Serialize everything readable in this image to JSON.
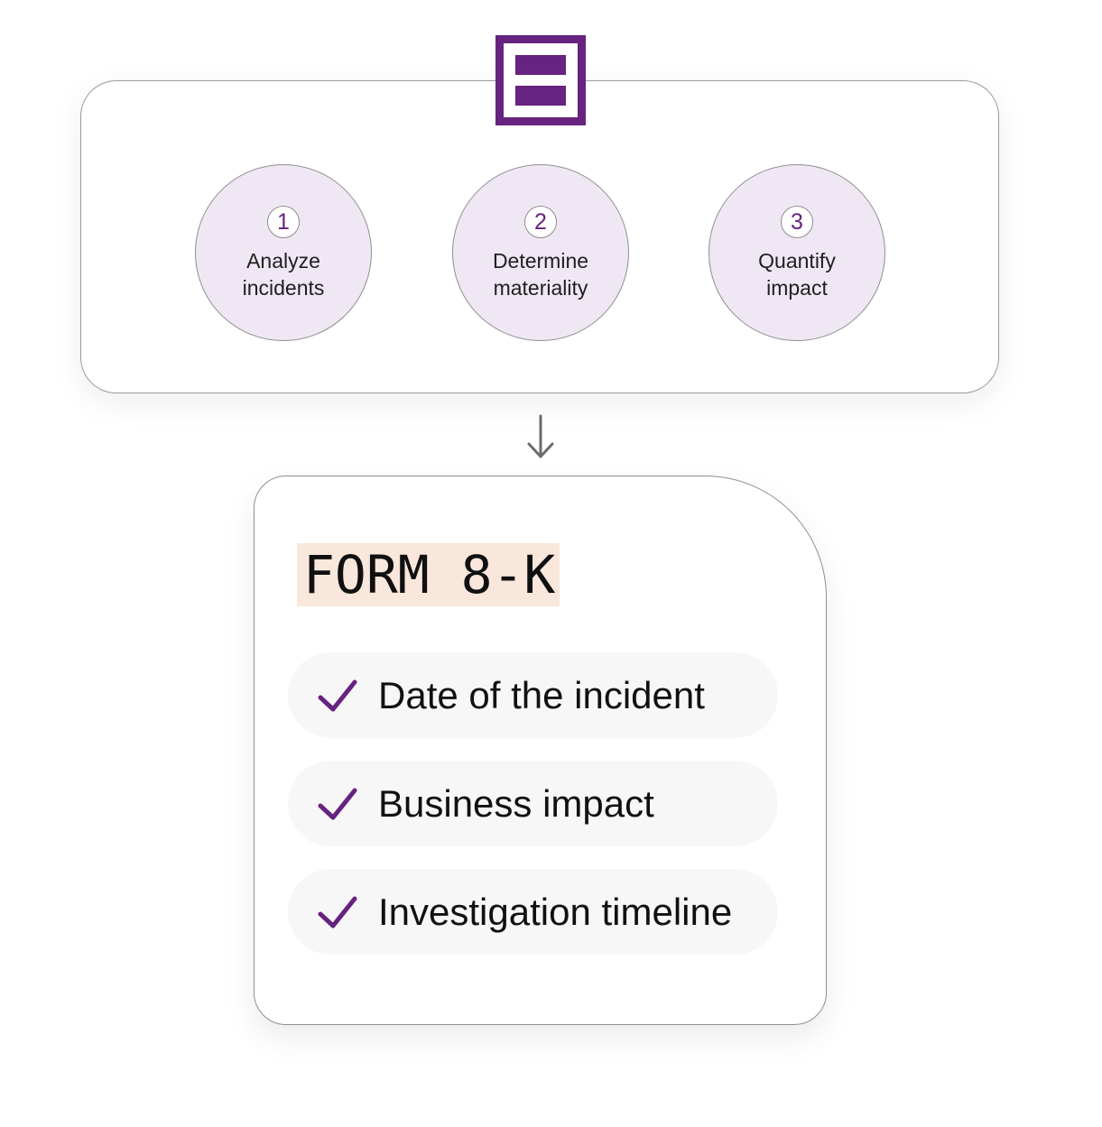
{
  "colors": {
    "brand_purple": "#66237f",
    "step_fill": "#efe7f3",
    "title_highlight": "#f9e7db",
    "check_item_fill": "#f7f7f7"
  },
  "logo": {
    "icon": "bracket-logo-icon"
  },
  "process": {
    "steps": [
      {
        "number": "1",
        "label_line1": "Analyze",
        "label_line2": "incidents"
      },
      {
        "number": "2",
        "label_line1": "Determine",
        "label_line2": "materiality"
      },
      {
        "number": "3",
        "label_line1": "Quantify",
        "label_line2": "impact"
      }
    ]
  },
  "connector": {
    "icon": "down-arrow-icon"
  },
  "form": {
    "title": "FORM 8-K",
    "check_icon": "checkmark-icon",
    "items": [
      "Date of the incident",
      "Business impact",
      "Investigation timeline"
    ]
  }
}
